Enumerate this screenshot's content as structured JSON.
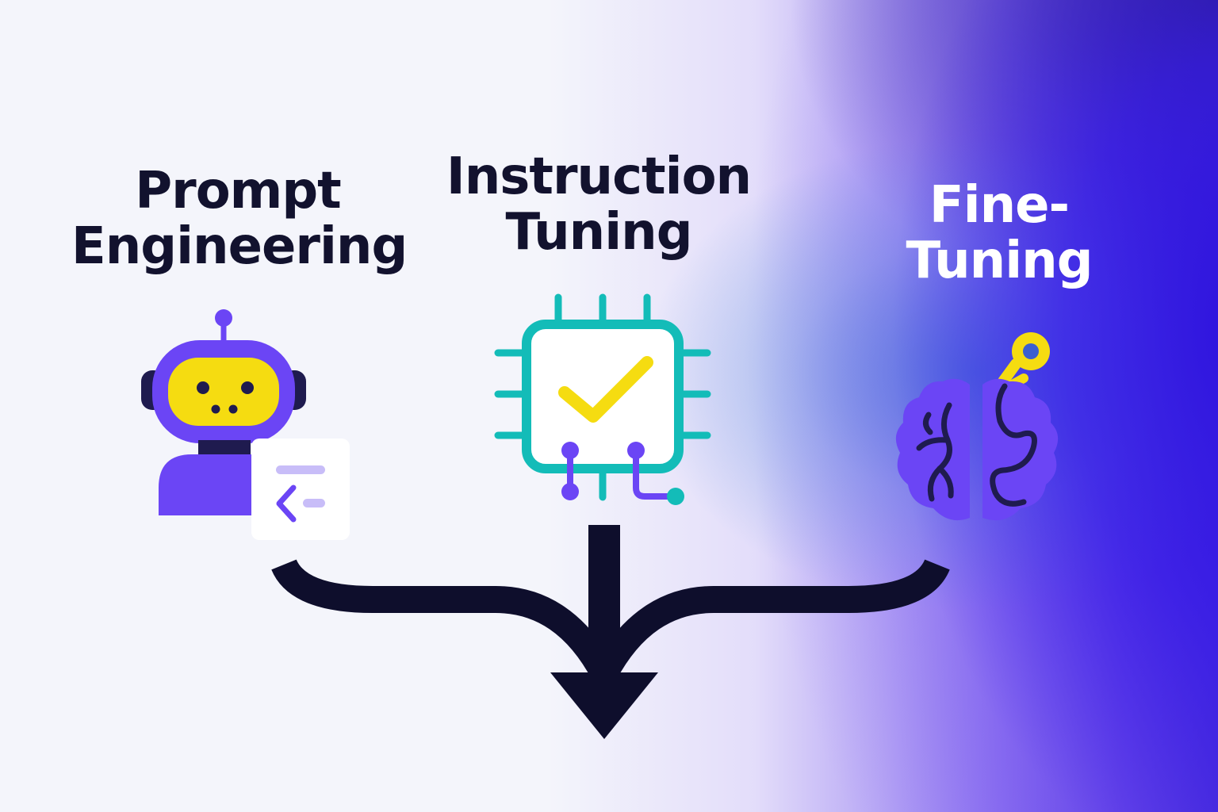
{
  "labels": {
    "prompt_engineering": [
      "Prompt",
      "Engineering"
    ],
    "instruction_tuning": [
      "Instruction",
      "Tuning"
    ],
    "fine_tuning": [
      "Fine-",
      "Tuning"
    ]
  },
  "icons": {
    "prompt_engineering": "robot-icon",
    "instruction_tuning": "chip-check-icon",
    "fine_tuning": "brain-tuning-icon",
    "flow": "merging-arrow-icon"
  },
  "colors": {
    "text_dark": "#12122e",
    "text_light": "#ffffff",
    "purple": "#6b45f5",
    "yellow": "#f5dc11",
    "teal": "#13bcb8",
    "navy": "#1f1b4f"
  }
}
